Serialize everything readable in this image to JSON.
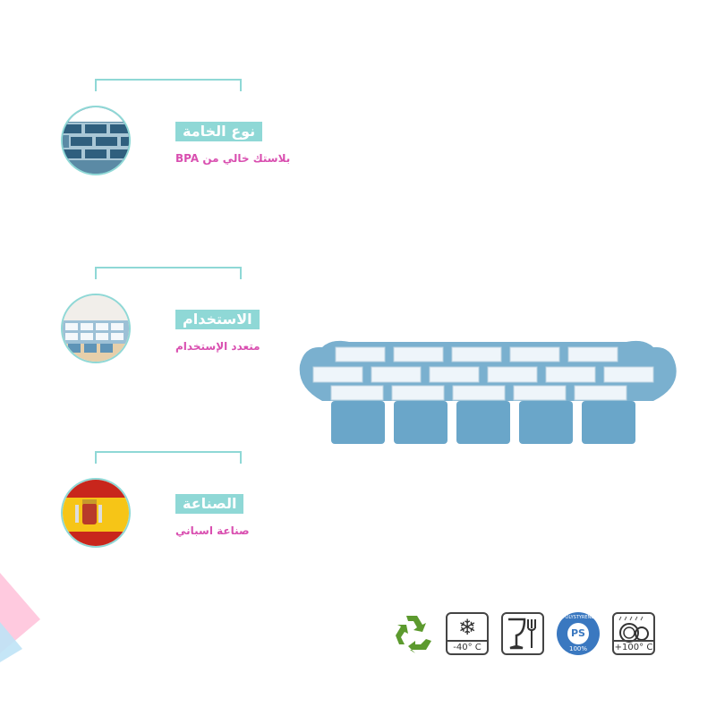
{
  "features": [
    {
      "title": "نوع الخامة",
      "subtitle": "بلاستك خالي من BPA",
      "image": "tray-closeup"
    },
    {
      "title": "الاستخدام",
      "subtitle": "متعدد الإستخدام",
      "image": "ice-tray-in-use"
    },
    {
      "title": "الصناعة",
      "subtitle": "صناعة اسباني",
      "image": "spain-flag"
    }
  ],
  "product": {
    "name": "ice-cube-tray",
    "color": "#6aa6c9"
  },
  "icons": [
    {
      "name": "recycle-icon",
      "label": ""
    },
    {
      "name": "freezer-icon",
      "label": "-40° C"
    },
    {
      "name": "food-safe-icon",
      "label": ""
    },
    {
      "name": "polystyrene-icon",
      "label": "PS",
      "ring_top": "POLYSTYRENE",
      "ring_bottom": "100%"
    },
    {
      "name": "dishwasher-icon",
      "label": "+100° C"
    }
  ],
  "colors": {
    "accent": "#8fd8d6",
    "subtitle": "#d94fb0",
    "tray": "#6aa6c9"
  }
}
